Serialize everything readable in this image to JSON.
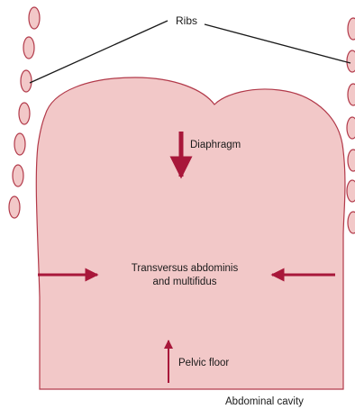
{
  "labels": {
    "ribs": "Ribs",
    "diaphragm": "Diaphragm",
    "transversus_line1": "Transversus abdominis",
    "transversus_line2": "and multifidus",
    "pelvic_floor": "Pelvic floor",
    "abdominal_cavity": "Abdominal cavity"
  },
  "colors": {
    "cavity_fill": "#f2c8c8",
    "rib_outline": "#b23a4a",
    "arrow": "#a8173a",
    "leader_line": "#1a1a1a",
    "text": "#1a1a1a"
  }
}
